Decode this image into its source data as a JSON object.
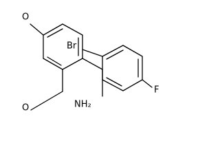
{
  "structure": {
    "atoms": {
      "methoxy_top_oxygen": "O",
      "methoxy_bottom_oxygen": "O",
      "bromine": "Br",
      "fluorine": "F",
      "amine": "NH₂"
    }
  }
}
